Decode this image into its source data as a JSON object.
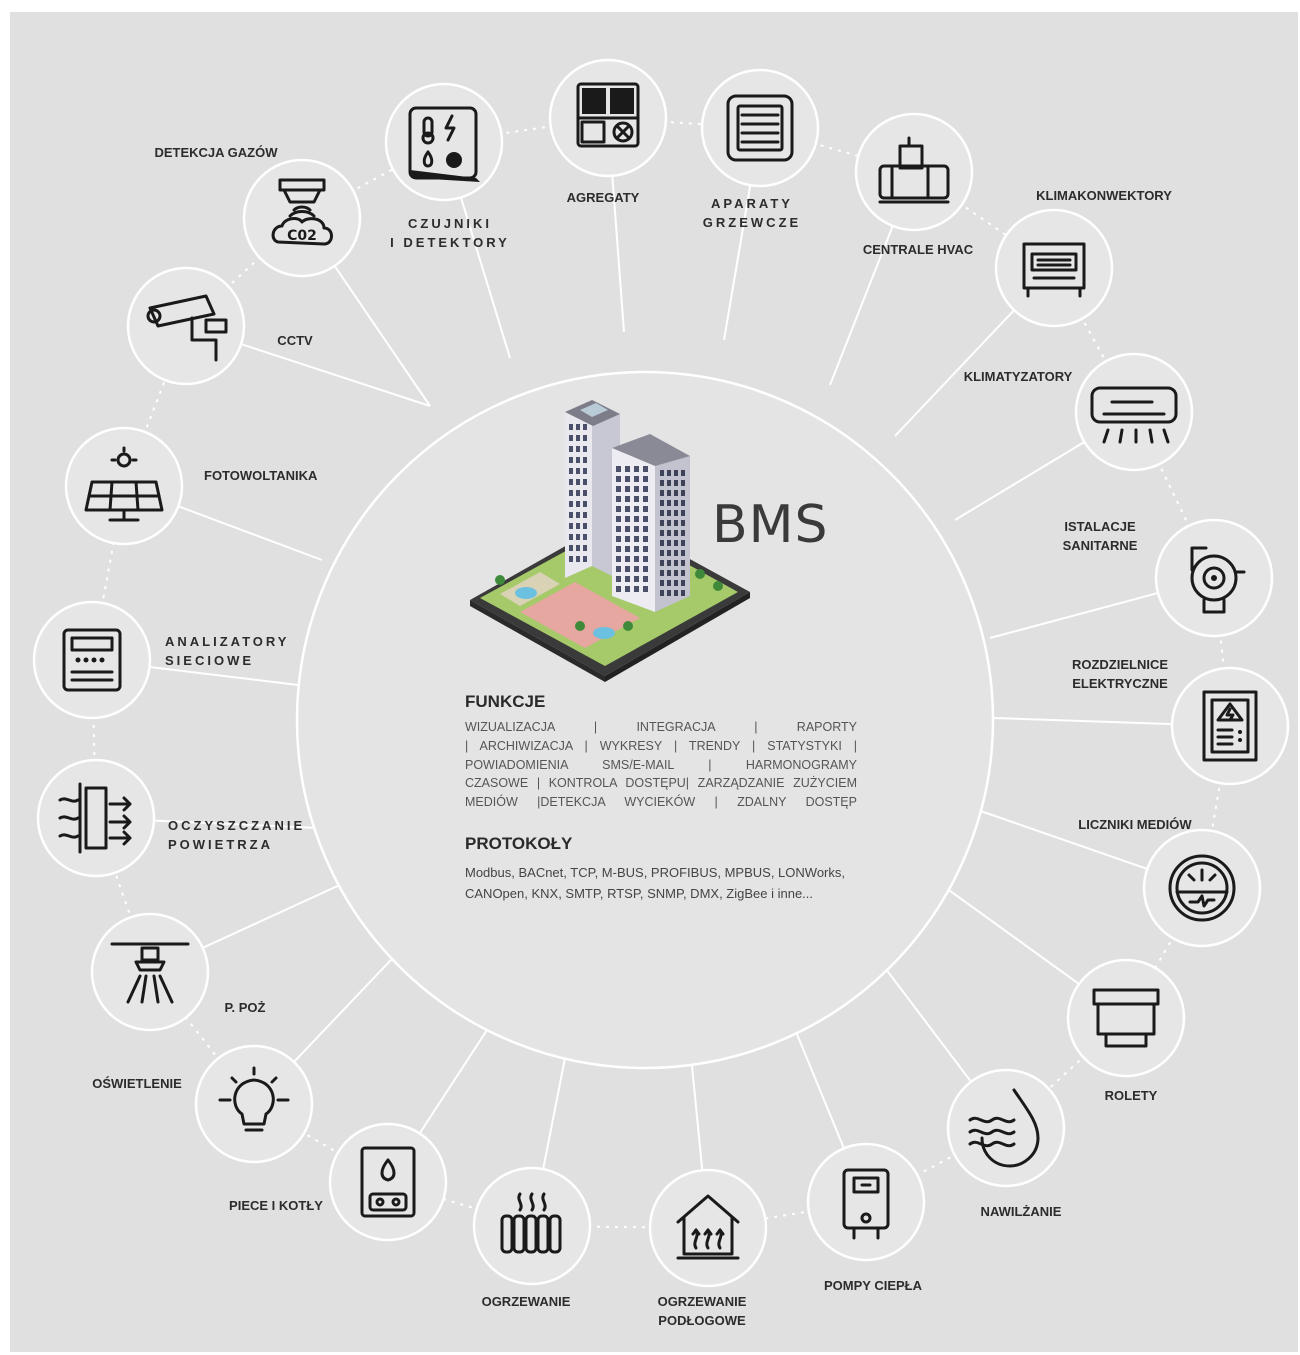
{
  "center": {
    "title": "BMS",
    "functions_heading": "FUNKCJE",
    "functions_lines": [
      "WIZUALIZACJA  |  INTEGRACJA  |  RAPORTY",
      "| ARCHIWIZACJA | WYKRESY | TRENDY | STATYSTYKI |",
      "POWIADOMIENIA SMS/E-MAIL | HARMONOGRAMY",
      "CZASOWE | KONTROLA DOSTĘPU| ZARZĄDZANIE ZUŻYCIEM",
      "MEDIÓW |DETEKCJA WYCIEKÓW | ZDALNY DOSTĘP"
    ],
    "protocols_heading": "PROTOKOŁY",
    "protocols_lines": [
      "Modbus, BACnet, TCP, M-BUS, PROFIBUS, MPBUS, LONWorks,",
      "CANOpen, KNX, SMTP, RTSP, SNMP, DMX, ZigBee  i inne..."
    ]
  },
  "nodes": [
    {
      "id": "agregaty",
      "icon": "aggregate-unit-icon",
      "label": [
        "AGREGATY"
      ]
    },
    {
      "id": "aparaty-grzewcze",
      "icon": "heater-grille-icon",
      "label": [
        "APARATY",
        "GRZEWCZE"
      ]
    },
    {
      "id": "centrale-hvac",
      "icon": "hvac-unit-icon",
      "label": [
        "CENTRALE HVAC"
      ]
    },
    {
      "id": "klimakonwektory",
      "icon": "fan-coil-icon",
      "label": [
        "KLIMAKONWEKTORY"
      ]
    },
    {
      "id": "klimatyzatory",
      "icon": "air-conditioner-icon",
      "label": [
        "KLIMATYZATORY"
      ]
    },
    {
      "id": "istalacje-sanitarne",
      "icon": "pump-icon",
      "label": [
        "ISTALACJE",
        "SANITARNE"
      ]
    },
    {
      "id": "rozdzielnice-elektryczne",
      "icon": "switchboard-icon",
      "label": [
        "ROZDZIELNICE",
        "ELEKTRYCZNE"
      ]
    },
    {
      "id": "liczniki-mediow",
      "icon": "meter-gauge-icon",
      "label": [
        "LICZNIKI MEDIÓW"
      ]
    },
    {
      "id": "rolety",
      "icon": "roller-blind-icon",
      "label": [
        "ROLETY"
      ]
    },
    {
      "id": "nawilzanie",
      "icon": "humidity-drop-icon",
      "label": [
        "NAWILŻANIE"
      ]
    },
    {
      "id": "pompy-ciepla",
      "icon": "heat-pump-icon",
      "label": [
        "POMPY CIEPŁA"
      ]
    },
    {
      "id": "ogrzewanie-podlogowe",
      "icon": "floor-heating-house-icon",
      "label": [
        "OGRZEWANIE",
        "PODŁOGOWE"
      ]
    },
    {
      "id": "ogrzewanie",
      "icon": "radiator-icon",
      "label": [
        "OGRZEWANIE"
      ]
    },
    {
      "id": "piece-i-kotly",
      "icon": "boiler-icon",
      "label": [
        "PIECE I KOTŁY"
      ]
    },
    {
      "id": "oswietlenie",
      "icon": "light-bulb-icon",
      "label": [
        "OŚWIETLENIE"
      ]
    },
    {
      "id": "p-poz",
      "icon": "sprinkler-icon",
      "label": [
        "P. POŻ"
      ]
    },
    {
      "id": "oczyszczanie-powietrza",
      "icon": "air-filter-icon",
      "label": [
        "OCZYSZCZANIE",
        "POWIETRZA"
      ]
    },
    {
      "id": "analizatory-sieciowe",
      "icon": "network-analyzer-icon",
      "label": [
        "ANALIZATORY",
        "SIECIOWE"
      ]
    },
    {
      "id": "fotowoltanika",
      "icon": "solar-panel-icon",
      "label": [
        "FOTOWOLTANIKA"
      ]
    },
    {
      "id": "cctv",
      "icon": "cctv-camera-icon",
      "label": [
        "CCTV"
      ]
    },
    {
      "id": "detekcja-gazow",
      "icon": "co2-detector-icon",
      "label": [
        "DETEKCJA GAZÓW"
      ]
    },
    {
      "id": "czujniki-i-detektory",
      "icon": "sensors-icon",
      "label": [
        "CZUJNIKI",
        "I DETEKTORY"
      ]
    }
  ],
  "colors": {
    "background": "#e0e0e0",
    "circle_fill": "#e6e6e6",
    "lines": "#ffffff",
    "icons": "#1a1a1a",
    "text": "#2c2c2c"
  }
}
